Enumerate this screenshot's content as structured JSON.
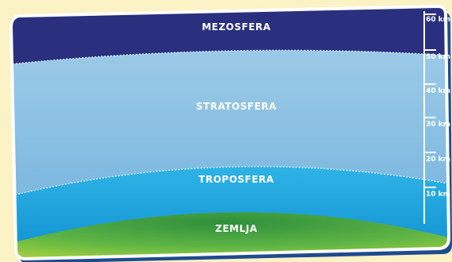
{
  "layers": {
    "mezosfera": "MEZOSFERA",
    "stratosfera": "STRATOSFERA",
    "troposfera": "TROPOSFERA",
    "zemlja": "ZEMLJA"
  },
  "scale": {
    "ticks": [
      "60 km",
      "50 km",
      "40 km",
      "30 km",
      "20 km",
      "10 km"
    ]
  },
  "colors": {
    "mezosfera": "#2a2f7e",
    "stratosfera": "#8cc1e2",
    "troposfera": "#17a0d8",
    "zemlja": "#5fb443",
    "frame_border": "#2a5aa8",
    "background": "#fbf2c6"
  }
}
